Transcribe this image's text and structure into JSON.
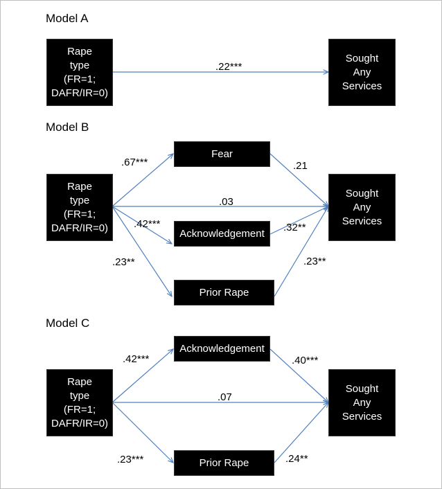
{
  "models": {
    "a": {
      "title": "Model A",
      "rape_type": [
        "Rape",
        "type",
        "(FR=1;",
        "DAFR/IR=0)"
      ],
      "sought": [
        "Sought",
        "Any",
        "Services"
      ],
      "coef_direct": ".22***"
    },
    "b": {
      "title": "Model B",
      "rape_type": [
        "Rape",
        "type",
        "(FR=1;",
        "DAFR/IR=0)"
      ],
      "sought": [
        "Sought",
        "Any",
        "Services"
      ],
      "fear": "Fear",
      "acknowledgement": "Acknowledgement",
      "prior_rape": "Prior Rape",
      "coef_to_fear": ".67***",
      "coef_fear_out": ".21",
      "coef_direct": ".03",
      "coef_to_ack": ".42***",
      "coef_ack_out": ".32**",
      "coef_to_prior": ".23**",
      "coef_prior_out": ".23**"
    },
    "c": {
      "title": "Model C",
      "rape_type": [
        "Rape",
        "type",
        "(FR=1;",
        "DAFR/IR=0)"
      ],
      "sought": [
        "Sought",
        "Any",
        "Services"
      ],
      "acknowledgement": "Acknowledgement",
      "prior_rape": "Prior Rape",
      "coef_to_ack": ".42***",
      "coef_ack_out": ".40***",
      "coef_direct": ".07",
      "coef_to_prior": ".23***",
      "coef_prior_out": ".24**"
    }
  },
  "colors": {
    "arrow": "#4f81bd",
    "box": "#000000",
    "box_text": "#ffffff"
  }
}
